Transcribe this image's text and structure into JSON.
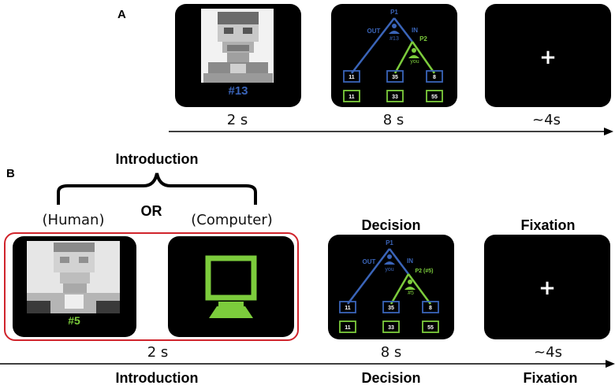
{
  "section_a": {
    "letter": "A",
    "face_id": "#13",
    "tree": {
      "p1": "P1",
      "out": "OUT",
      "in": "IN",
      "p1_id": "#13",
      "p2": "P2",
      "p2_id": "you",
      "top_values": [
        "11",
        "35",
        "8"
      ],
      "bottom_values": [
        "11",
        "33",
        "55"
      ]
    },
    "fixation_symbol": "+",
    "times": [
      "2 s",
      "8 s",
      "~4s"
    ]
  },
  "section_b": {
    "letter": "B",
    "introduction_title": "Introduction",
    "or_label": "OR",
    "human_label": "(Human)",
    "computer_label": "(Computer)",
    "face_id": "#5",
    "decision_title": "Decision",
    "fixation_title": "Fixation",
    "tree": {
      "p1": "P1",
      "out": "OUT",
      "in": "IN",
      "p1_id": "you",
      "p2": "P2 (#5)",
      "p2_id": "#5",
      "top_values": [
        "11",
        "35",
        "8"
      ],
      "bottom_values": [
        "11",
        "33",
        "55"
      ]
    },
    "fixation_symbol": "+",
    "times": [
      "2 s",
      "8 s",
      "~4s"
    ],
    "phase_labels": [
      "Introduction",
      "Decision",
      "Fixation"
    ]
  },
  "colors": {
    "blue": "#3a64b8",
    "green": "#7ccc3c",
    "red_frame": "#d0242c"
  }
}
